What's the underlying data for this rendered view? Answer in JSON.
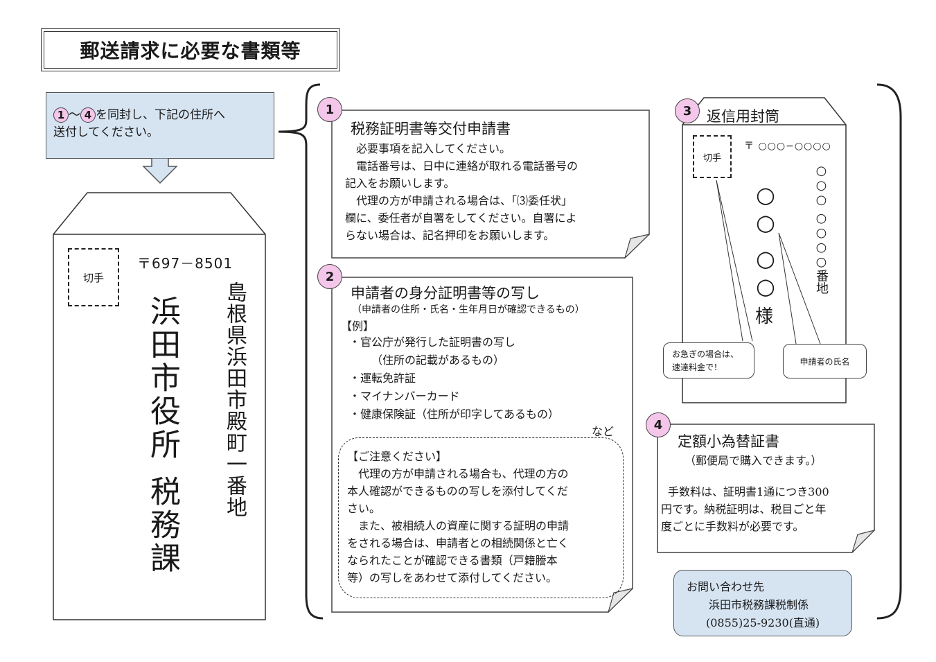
{
  "title": "郵送請求に必要な書類等",
  "instruction": {
    "badge_a": "1",
    "tilde": "～",
    "badge_b": "4",
    "line1_rest": "を同封し、下記の住所へ",
    "line2": "送付してください。"
  },
  "envelope_left": {
    "stamp": "切手",
    "postal": "〒697－8501",
    "address": "島根県浜田市殿町一番地",
    "recipient1": "浜田市役所",
    "recipient2": "税務課"
  },
  "card1": {
    "num": "1",
    "title": "税務証明書等交付申請書",
    "lines": [
      "必要事項を記入してください。",
      "電話番号は、日中に連絡が取れる電話番号の",
      "記入をお願いします。",
      "代理の方が申請される場合は、「⑶委任状」",
      "欄に、委任者が自署をしてください。自署によ",
      "らない場合は、記名押印をお願いします。"
    ]
  },
  "card2": {
    "num": "2",
    "title": "申請者の身分証明書等の写し",
    "subtitle": "（申請者の住所・氏名・生年月日が確認できるもの）",
    "example_label": "【例】",
    "items": [
      "・官公庁が発行した証明書の写し",
      "（住所の記載があるもの）",
      "・運転免許証",
      "・マイナンバーカード",
      "・健康保険証（住所が印字してあるもの）"
    ],
    "etc": "など",
    "note_title": "【ご注意ください】",
    "note_lines": [
      "代理の方が申請される場合も、代理の方の",
      "本人確認ができるものの写しを添付してくだ",
      "さい。",
      "また、被相続人の資産に関する証明の申請",
      "をされる場合は、申請者との相続関係と亡く",
      "なられたことが確認できる書類（戸籍謄本",
      "等）の写しをあわせて添付してください。"
    ]
  },
  "card3": {
    "num": "3",
    "title": "返信用封筒",
    "stamp": "切手",
    "postal": "〒 ○○○−○○○○",
    "address": "○○○ ○○○○番地",
    "name": "○○ ○○",
    "sama": "様",
    "callout_left": [
      "お急ぎの場合は、",
      "速達料金で！"
    ],
    "callout_right": "申請者の氏名"
  },
  "card4": {
    "num": "4",
    "title": "定額小為替証書",
    "subtitle": "（郵便局で購入できます。）",
    "lines": [
      "手数料は、証明書1通につき300",
      "円です。納税証明は、税目ごと年",
      "度ごとに手数料が必要です。"
    ]
  },
  "contact": {
    "label": "お問い合わせ先",
    "dept": "浜田市税務課税制係",
    "phone": "(0855)25-9230(直通)"
  }
}
